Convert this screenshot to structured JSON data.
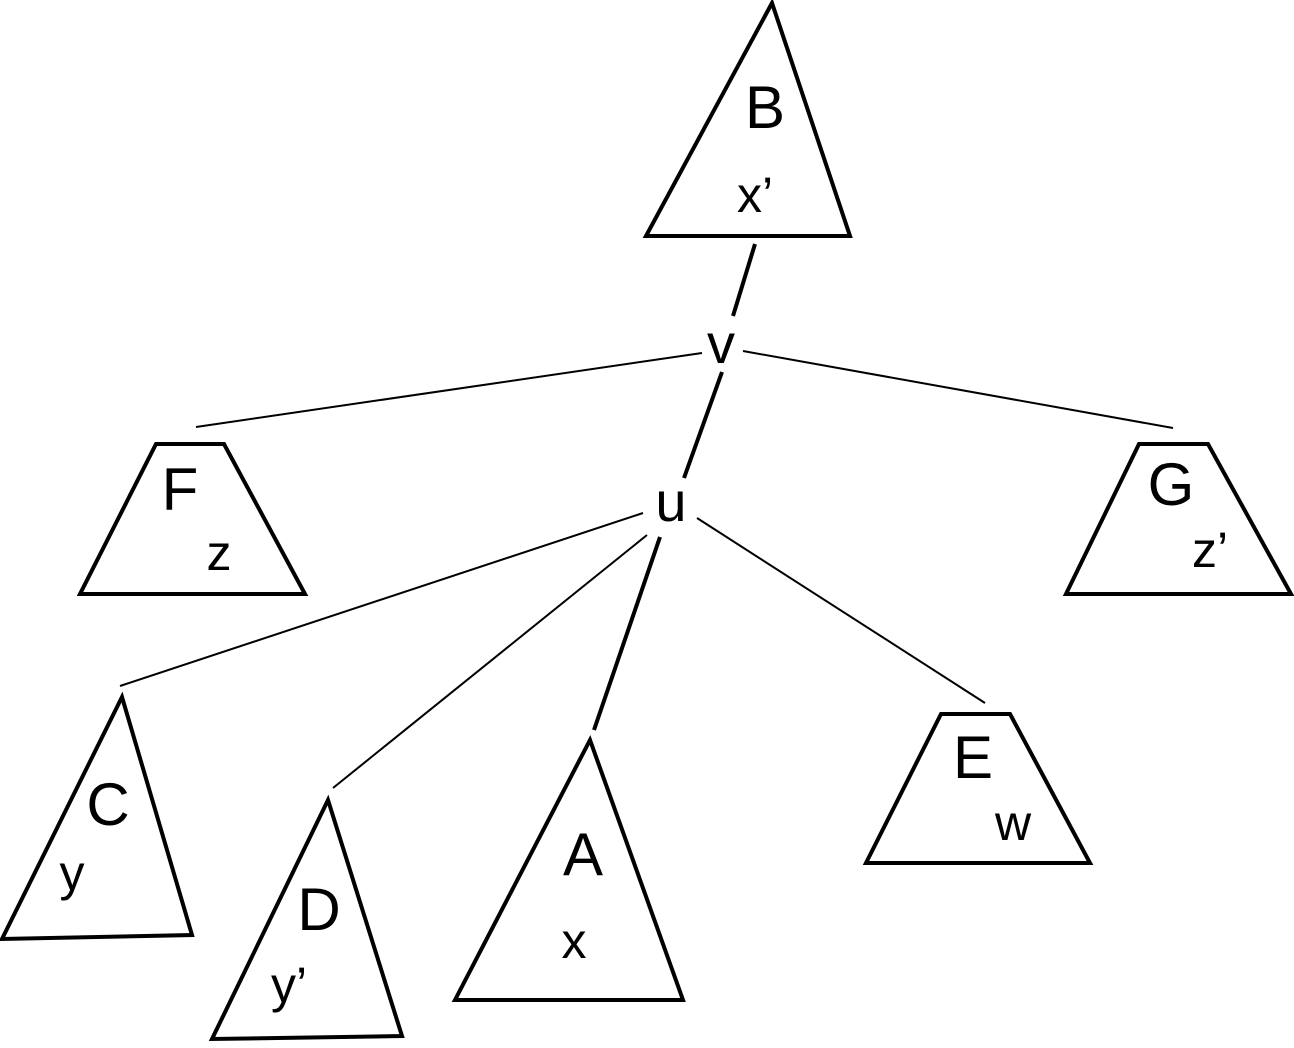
{
  "nodes": {
    "v": "v",
    "u": "u"
  },
  "subtrees": {
    "B": {
      "name": "B",
      "vertex": "x’"
    },
    "F": {
      "name": "F",
      "vertex": "z"
    },
    "G": {
      "name": "G",
      "vertex": "z’"
    },
    "C": {
      "name": "C",
      "vertex": "y"
    },
    "D": {
      "name": "D",
      "vertex": "y’"
    },
    "A": {
      "name": "A",
      "vertex": "x"
    },
    "E": {
      "name": "E",
      "vertex": "w"
    }
  }
}
